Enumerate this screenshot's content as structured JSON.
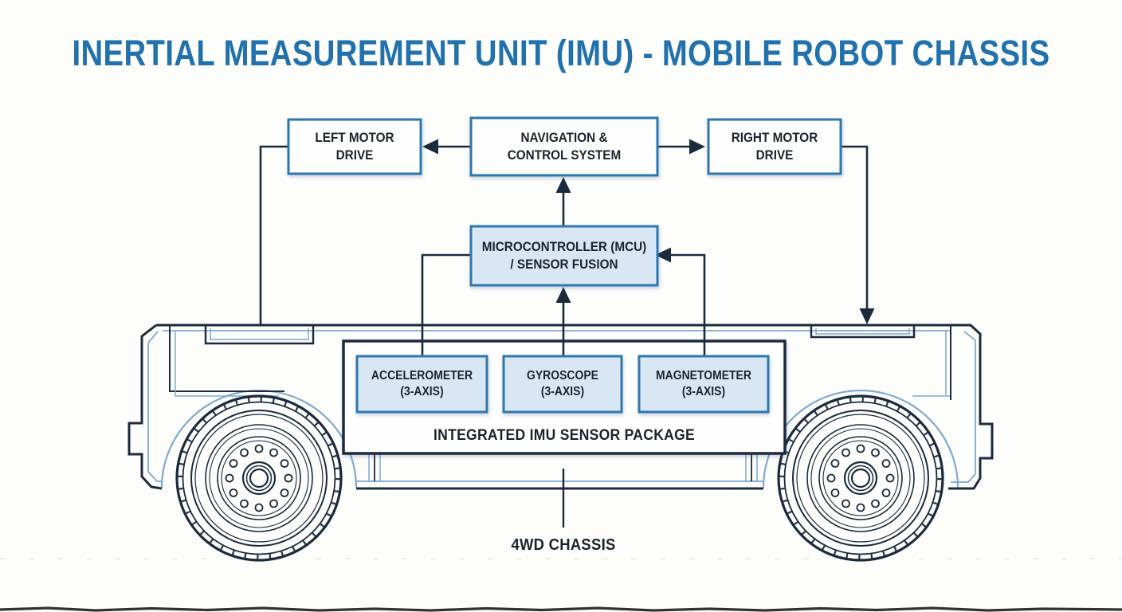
{
  "title": "INERTIAL MEASUREMENT UNIT (IMU) - MOBILE ROBOT CHASSIS",
  "colors": {
    "title_blue": "#2171ad",
    "box_border_blue": "#2e77b0",
    "line_navy": "#1c2b3c",
    "fill_lightblue": "#d9e7f5",
    "accent_light": "#7fa9cf",
    "text_dark": "#1d232b"
  },
  "diagram": {
    "boxes": {
      "left_motor": {
        "label": "LEFT MOTOR\nDRIVE"
      },
      "navigation": {
        "label": "NAVIGATION &\nCONTROL SYSTEM"
      },
      "right_motor": {
        "label": "RIGHT MOTOR\nDRIVE"
      },
      "mcu": {
        "label": "MICROCONTROLLER (MCU)\n/ SENSOR FUSION"
      },
      "accelerometer": {
        "label": "ACCELEROMETER\n(3-AXIS)"
      },
      "gyroscope": {
        "label": "GYROSCOPE\n(3-AXIS)"
      },
      "magnetometer": {
        "label": "MAGNETOMETER\n(3-AXIS)"
      }
    },
    "package_label": "INTEGRATED IMU SENSOR PACKAGE",
    "chassis_label": "4WD CHASSIS"
  }
}
